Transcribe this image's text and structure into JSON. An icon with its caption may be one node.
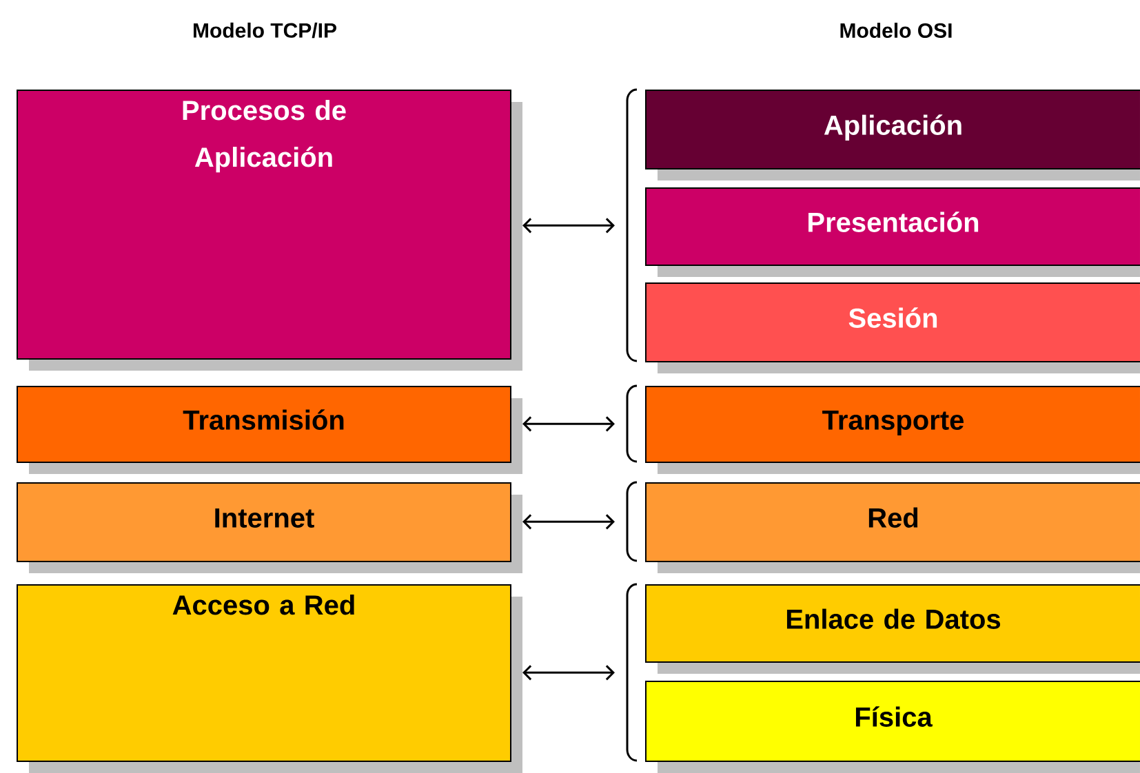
{
  "diagram": {
    "nodes": [
      {
        "text": [
          "Procesos de Aplicación"
        ]
      },
      {
        "text": [
          "Transmisión"
        ]
      },
      {
        "text": [
          "Internet"
        ]
      },
      {
        "text": [
          "Acceso a Red"
        ]
      },
      {
        "text": [],
        "shape": "bracket"
      },
      {
        "text": [],
        "shape": "bracket"
      },
      {
        "text": [],
        "shape": "bracket"
      },
      {
        "text": [],
        "shape": "bracket"
      },
      {
        "text": [
          "Aplicación"
        ]
      },
      {
        "text": [
          "Presentación"
        ]
      },
      {
        "text": [
          "Sesión"
        ]
      },
      {
        "text": [
          "Transporte"
        ]
      },
      {
        "text": [
          "Red"
        ]
      },
      {
        "text": [
          "Enlace de Datos"
        ]
      },
      {
        "text": [
          "Física"
        ]
      }
    ],
    "edges": [
      {
        "from": 0,
        "to": 4,
        "arrow": "both"
      },
      {
        "from": 1,
        "to": 5,
        "arrow": "both"
      },
      {
        "from": 2,
        "to": 6,
        "arrow": "both"
      },
      {
        "from": 3,
        "to": 7,
        "arrow": "both"
      }
    ],
    "labels": [
      "Modelo TCP/IP",
      "Modelo OSI"
    ]
  }
}
